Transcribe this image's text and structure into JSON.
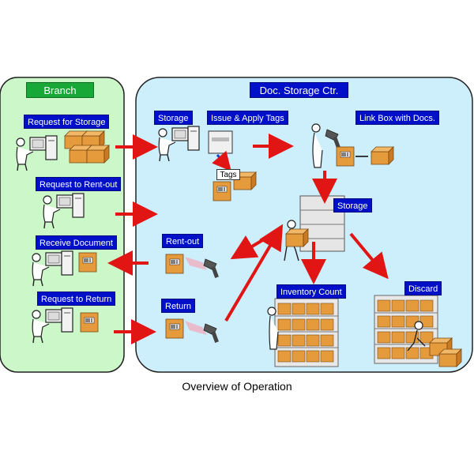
{
  "branch": {
    "title": "Branch",
    "steps": [
      {
        "id": "req-storage",
        "label": "Request for Storage"
      },
      {
        "id": "req-rentout",
        "label": "Request to Rent-out"
      },
      {
        "id": "receive-doc",
        "label": "Receive Document"
      },
      {
        "id": "req-return",
        "label": "Request to Return"
      }
    ]
  },
  "center": {
    "title": "Doc. Storage Ctr.",
    "steps": {
      "storage_in": "Storage",
      "issue_tags": "Issue & Apply Tags",
      "link_box": "Link Box with Docs.",
      "storage": "Storage",
      "rent_out": "Rent-out",
      "return": "Return",
      "inventory": "Inventory Count",
      "discard": "Discard"
    },
    "tag_label": "Tags"
  },
  "caption": "Overview of Operation",
  "colors": {
    "branch_bg": "#ccf7c9",
    "center_bg": "#cdeefb",
    "label_bg": "#0010c8",
    "branch_title_bg": "#18a838",
    "arrow": "#e21515"
  },
  "icons": [
    "person-at-computer-icon",
    "cardboard-box-icon",
    "barcode-scanner-icon",
    "filing-shelf-icon",
    "tag-printer-icon"
  ]
}
